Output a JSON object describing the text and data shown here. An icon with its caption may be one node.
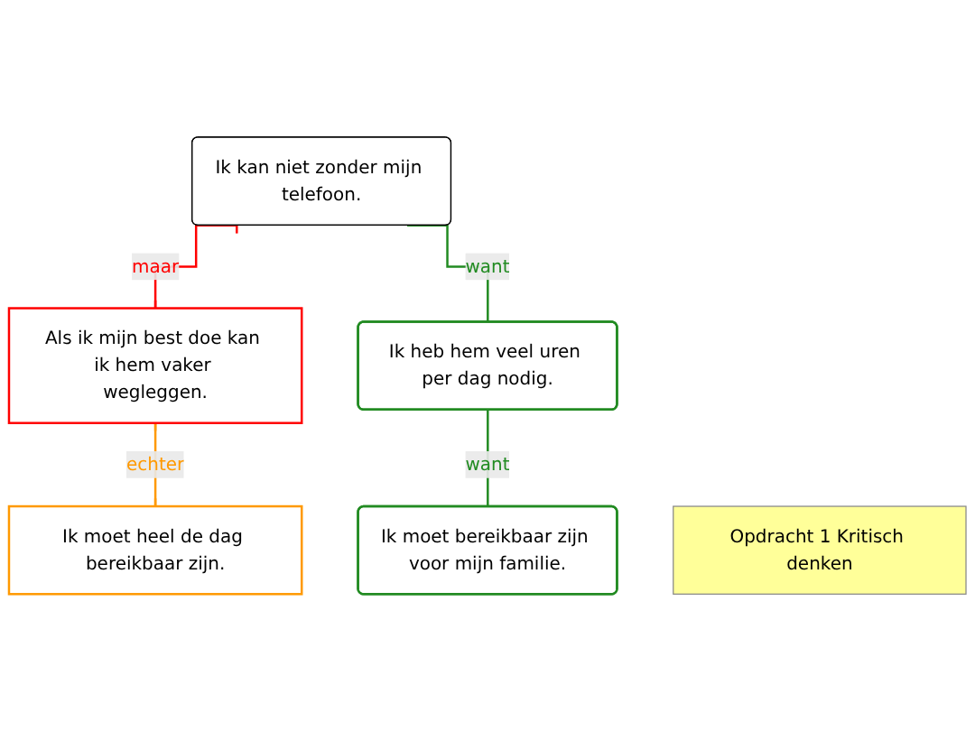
{
  "diagram": {
    "nodes": [
      {
        "text": [
          "Ik kan niet zonder mijn telefoon."
        ]
      },
      {
        "text": [
          "Als ik mijn best doe kan ik hem vaker wegleggen."
        ]
      },
      {
        "text": [
          "Ik heb hem veel uren per dag nodig."
        ]
      },
      {
        "text": [
          "Ik moet heel de dag bereikbaar zijn."
        ]
      },
      {
        "text": [
          "Ik moet bereikbaar zijn voor mijn familie."
        ]
      },
      {
        "text": [
          "Opdracht 1 Kritisch denken"
        ]
      }
    ],
    "edges": [
      {
        "from": 1,
        "to": 0,
        "arrow": "other",
        "label": "maar",
        "color": "#ff0000"
      },
      {
        "from": 2,
        "to": 0,
        "arrow": "none",
        "label": "want"
      },
      {
        "from": 3,
        "to": 1,
        "arrow": "other",
        "label": "echter",
        "color": "#ff9900"
      },
      {
        "from": 4,
        "to": 2,
        "arrow": "none",
        "label": "want"
      }
    ]
  }
}
